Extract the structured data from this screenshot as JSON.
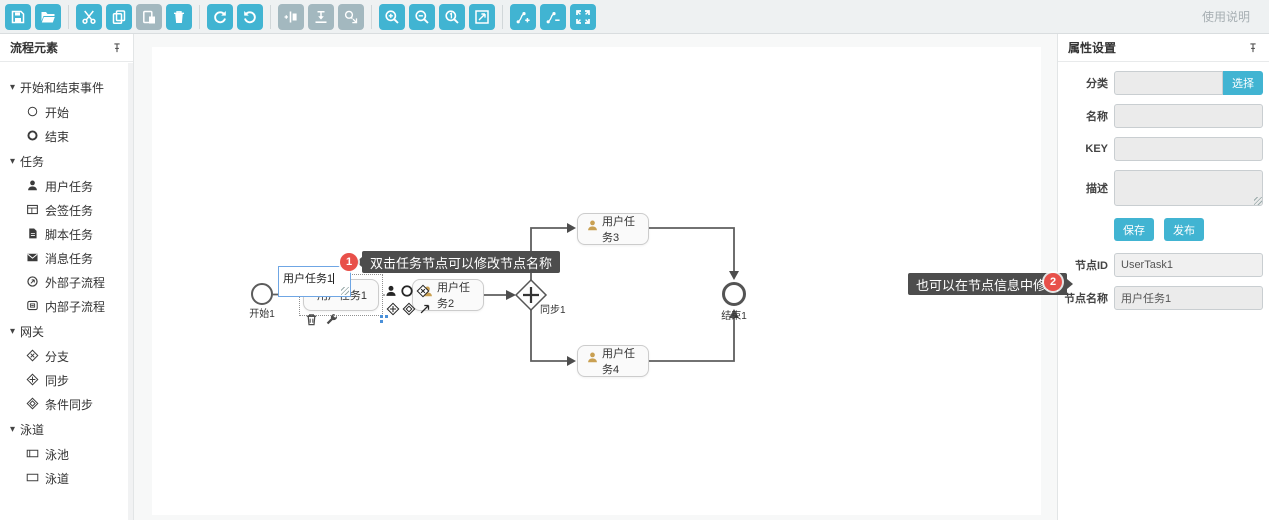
{
  "colors": {
    "accent": "#41b4d2",
    "disabled": "#a3b8bf",
    "badge": "#e8504a",
    "tooltip_bg": "#4d4d4d",
    "person_icon": "#c9a052"
  },
  "toolbar": {
    "help_label": "使用说明",
    "groups": [
      {
        "buttons": [
          {
            "name": "save",
            "icon": "save",
            "enabled": true
          },
          {
            "name": "open",
            "icon": "open",
            "enabled": true
          }
        ]
      },
      {
        "buttons": [
          {
            "name": "cut",
            "icon": "cut",
            "enabled": true
          },
          {
            "name": "copy",
            "icon": "copy",
            "enabled": true
          },
          {
            "name": "paste",
            "icon": "paste",
            "enabled": false
          },
          {
            "name": "delete",
            "icon": "trash",
            "enabled": true
          }
        ]
      },
      {
        "buttons": [
          {
            "name": "redo",
            "icon": "redo",
            "enabled": true
          },
          {
            "name": "undo",
            "icon": "undo",
            "enabled": true
          }
        ]
      },
      {
        "buttons": [
          {
            "name": "align-horizontal",
            "icon": "align-h",
            "enabled": false
          },
          {
            "name": "align-vertical",
            "icon": "align-v",
            "enabled": false
          },
          {
            "name": "export-image",
            "icon": "export-image",
            "enabled": false
          }
        ]
      },
      {
        "buttons": [
          {
            "name": "zoom-in",
            "icon": "zoom-in",
            "enabled": true
          },
          {
            "name": "zoom-out",
            "icon": "zoom-out",
            "enabled": true
          },
          {
            "name": "zoom-actual",
            "icon": "zoom-actual",
            "enabled": true
          },
          {
            "name": "zoom-fit",
            "icon": "zoom-fit",
            "enabled": true
          }
        ]
      },
      {
        "buttons": [
          {
            "name": "add-connection",
            "icon": "link-add",
            "enabled": true
          },
          {
            "name": "remove-connection",
            "icon": "link-remove",
            "enabled": true
          },
          {
            "name": "fullscreen",
            "icon": "fullscreen",
            "enabled": true
          }
        ]
      }
    ]
  },
  "sidebar": {
    "title": "流程元素",
    "groups": [
      {
        "label": "开始和结束事件",
        "items": [
          {
            "icon": "start",
            "label": "开始"
          },
          {
            "icon": "end",
            "label": "结束"
          }
        ]
      },
      {
        "label": "任务",
        "items": [
          {
            "icon": "user",
            "label": "用户任务"
          },
          {
            "icon": "countersign",
            "label": "会签任务"
          },
          {
            "icon": "script",
            "label": "脚本任务"
          },
          {
            "icon": "message",
            "label": "消息任务"
          },
          {
            "icon": "external-subprocess",
            "label": "外部子流程"
          },
          {
            "icon": "internal-subprocess",
            "label": "内部子流程"
          }
        ]
      },
      {
        "label": "网关",
        "items": [
          {
            "icon": "branch-gateway",
            "label": "分支"
          },
          {
            "icon": "sync-gateway",
            "label": "同步"
          },
          {
            "icon": "conditional-sync-gateway",
            "label": "条件同步"
          }
        ]
      },
      {
        "label": "泳道",
        "items": [
          {
            "icon": "pool",
            "label": "泳池"
          },
          {
            "icon": "lane",
            "label": "泳道"
          }
        ]
      }
    ]
  },
  "canvas": {
    "nodes": {
      "start": {
        "label": "开始1"
      },
      "task1": {
        "label": "用户任务1"
      },
      "task2": {
        "label": "用户任务2"
      },
      "task3": {
        "label": "用户任务3"
      },
      "task4": {
        "label": "用户任务4"
      },
      "gateway": {
        "label": "同步1"
      },
      "end": {
        "label": "结束1"
      }
    },
    "editor": {
      "value": "用户任务1"
    },
    "annotations": [
      {
        "badge": "1",
        "text": "双击任务节点可以修改节点名称"
      },
      {
        "badge": "2",
        "text": "也可以在节点信息中修改"
      }
    ]
  },
  "properties": {
    "title": "属性设置",
    "category_label": "分类",
    "category_value": "",
    "select_button": "选择",
    "name_label": "名称",
    "name_value": "",
    "key_label": "KEY",
    "key_value": "",
    "desc_label": "描述",
    "desc_value": "",
    "save_button": "保存",
    "publish_button": "发布",
    "node_id_label": "节点ID",
    "node_id_value": "UserTask1",
    "node_name_label": "节点名称",
    "node_name_value": "用户任务1"
  }
}
